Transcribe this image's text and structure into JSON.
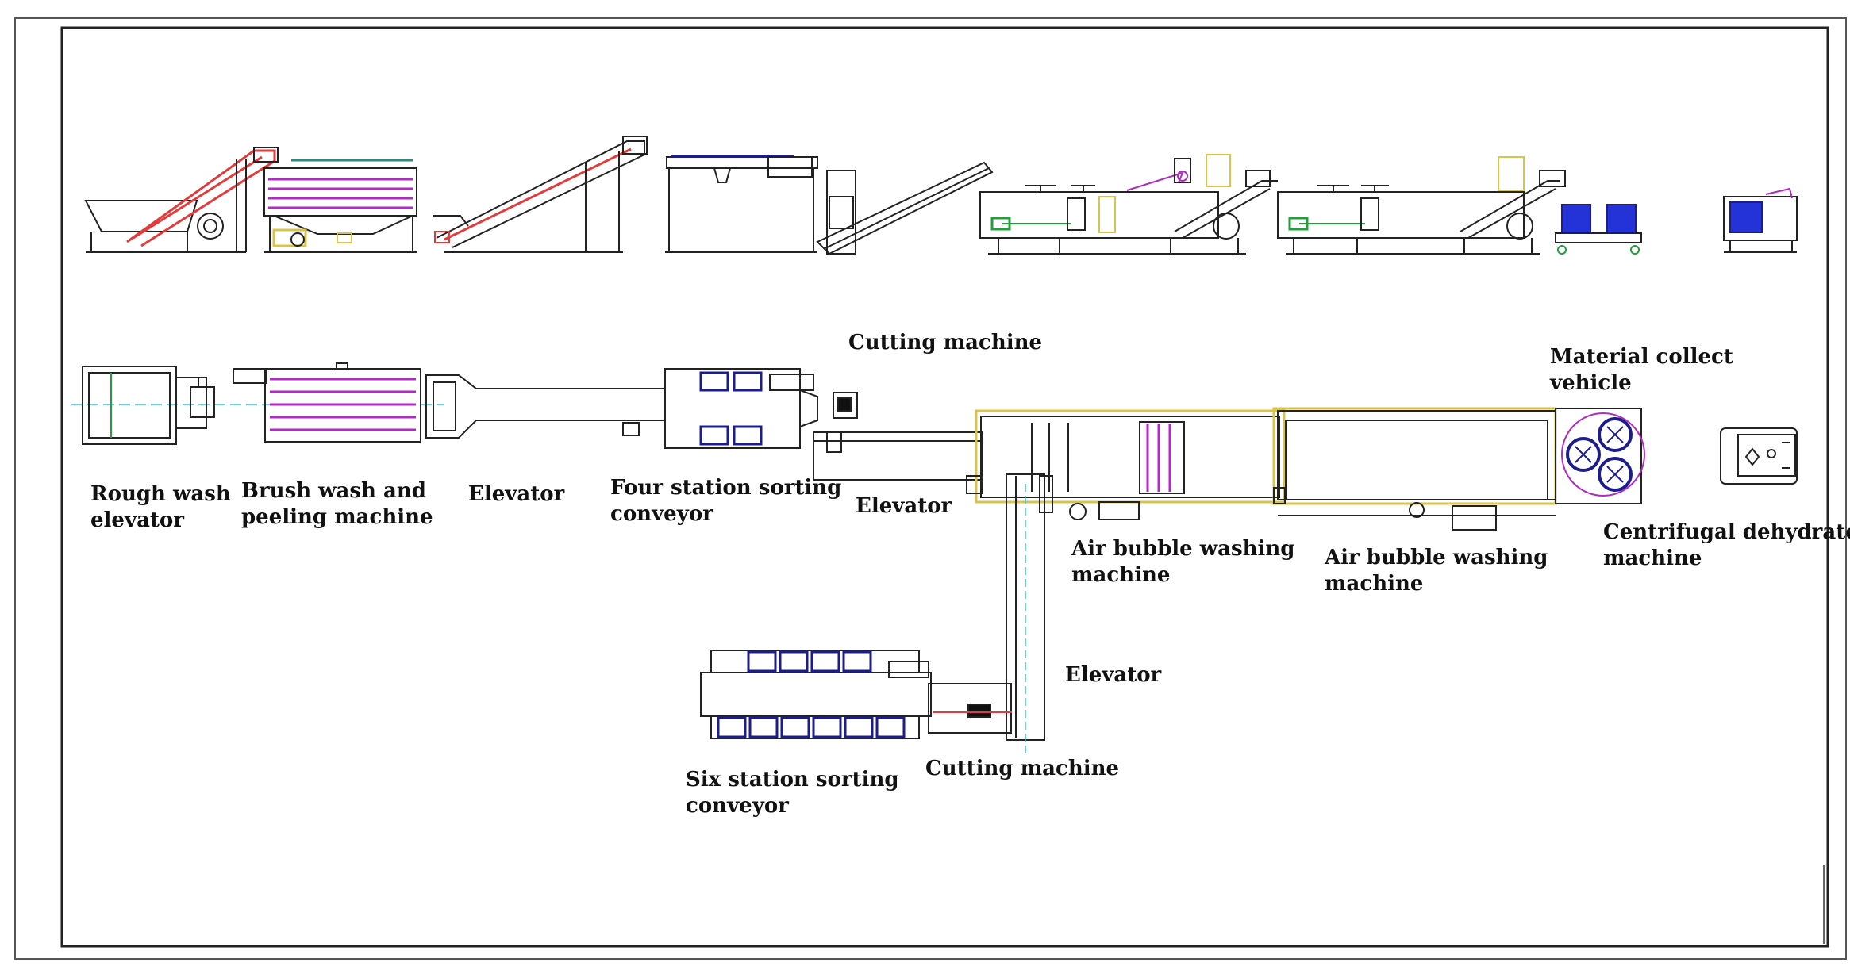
{
  "colors": {
    "line": "#222222",
    "belt_red": "#e23b3b",
    "brush_purple": "#b02bbf",
    "sort_blue": "#1c1c8c",
    "tank_blue": "#2433d8",
    "yellow": "#d8c44a",
    "green": "#1fa03a",
    "cyan": "#3fc2d6"
  },
  "icons": [
    "diagram-border",
    "side-elevation-view",
    "plan-view"
  ],
  "labels": {
    "rough_wash_elevator": [
      "Rough wash",
      "elevator"
    ],
    "brush_wash": [
      "Brush wash and",
      "peeling machine"
    ],
    "elevator_1": [
      "Elevator"
    ],
    "four_station": [
      "Four station sorting",
      "conveyor"
    ],
    "cutting_machine_1": [
      "Cutting machine"
    ],
    "elevator_2": [
      "Elevator"
    ],
    "air_bubble_1": [
      "Air bubble washing",
      "machine"
    ],
    "air_bubble_2": [
      "Air bubble washing",
      "machine"
    ],
    "material_collect": [
      "Material collect",
      "vehicle"
    ],
    "centrifugal": [
      "Centrifugal dehydrate",
      "machine"
    ],
    "elevator_3": [
      "Elevator"
    ],
    "cutting_machine_2": [
      "Cutting machine"
    ],
    "six_station": [
      "Six station sorting",
      "conveyor"
    ]
  }
}
